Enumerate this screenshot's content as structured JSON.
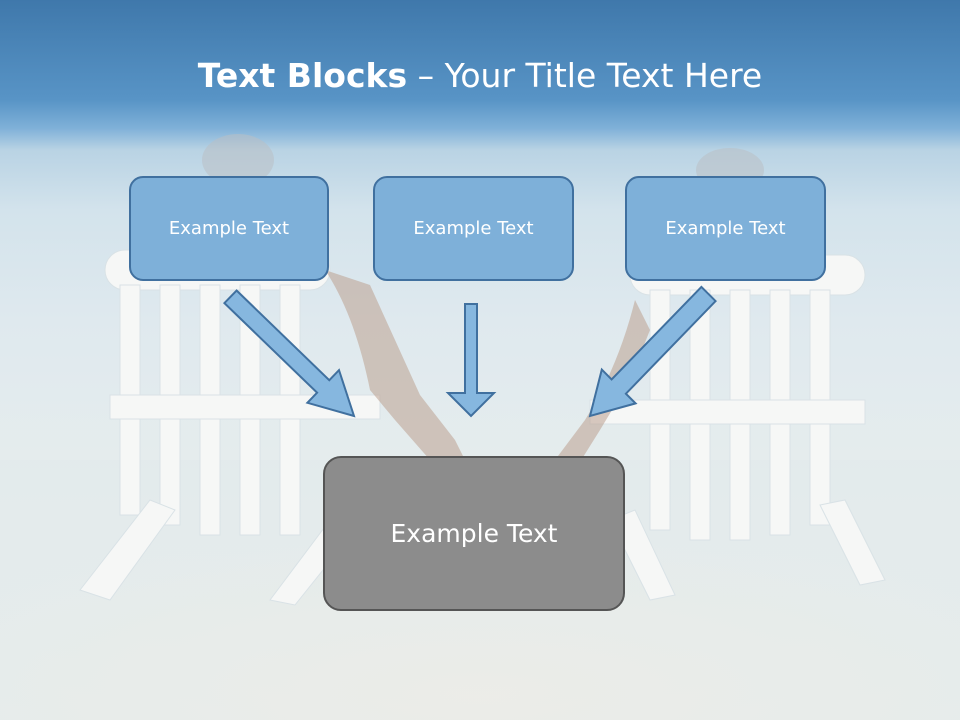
{
  "slide": {
    "title_bold": "Text Blocks",
    "title_dash": "–",
    "title_rest": "Your Title Text Here"
  },
  "top_boxes": [
    {
      "label": "Example Text"
    },
    {
      "label": "Example Text"
    },
    {
      "label": "Example Text"
    }
  ],
  "bottom_box": {
    "label": "Example Text"
  },
  "colors": {
    "header_blue": "#4a86bd",
    "box_fill": "#7eb0d9",
    "box_border": "#40709f",
    "bottom_box_fill": "#8c8c8c",
    "bottom_box_border": "#555555",
    "arrow_fill": "#86b7df",
    "arrow_outline": "#40709f"
  }
}
